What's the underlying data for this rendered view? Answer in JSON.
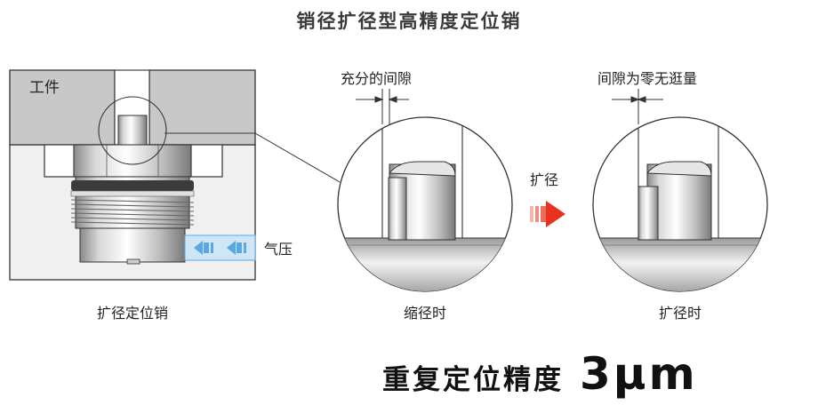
{
  "title": "销径扩径型高精度定位销",
  "labels": {
    "workpiece": "工件",
    "air_pressure": "气压",
    "gap_sufficient": "充分的间隙",
    "gap_zero": "间隙为零无逛量",
    "expand_arrow": "扩径",
    "caption_main": "扩径定位销",
    "caption_contracted": "缩径时",
    "caption_expanded": "扩径时"
  },
  "headline": {
    "text": "重复定位精度",
    "value": "3μm"
  },
  "colors": {
    "workpiece_gray": "#c8c8c8",
    "body_light": "#efefef",
    "air_blue": "#5aa9e6",
    "arrow_red": "#e8321f"
  }
}
